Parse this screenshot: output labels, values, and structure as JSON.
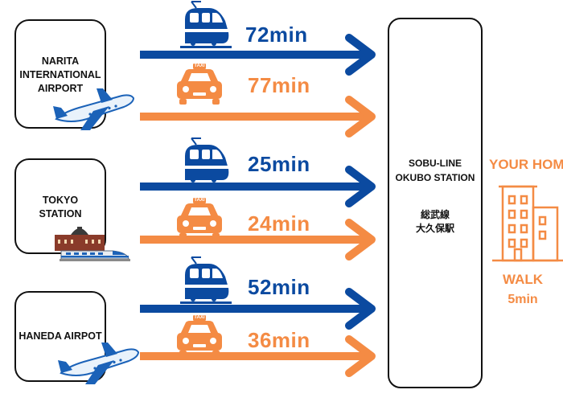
{
  "origins": [
    {
      "label": "NARITA\nINTERNATIONAL\nAIRPORT",
      "icon": "airplane-icon"
    },
    {
      "label": "TOKYO\nSTATION",
      "icon": "tokyo-station-train-icon"
    },
    {
      "label": "HANEDA AIRPOT",
      "icon": "airplane-icon"
    }
  ],
  "routes": [
    {
      "mode": "train",
      "icon": "train-icon",
      "time": "72min"
    },
    {
      "mode": "taxi",
      "icon": "taxi-icon",
      "time": "77min",
      "taxi_sign": "TAXI"
    },
    {
      "mode": "train",
      "icon": "train-icon",
      "time": "25min"
    },
    {
      "mode": "taxi",
      "icon": "taxi-icon",
      "time": "24min",
      "taxi_sign": "TAXI"
    },
    {
      "mode": "train",
      "icon": "train-icon",
      "time": "52min"
    },
    {
      "mode": "taxi",
      "icon": "taxi-icon",
      "time": "36min",
      "taxi_sign": "TAXI"
    }
  ],
  "station": {
    "name": "SOBU-LINE\nOKUBO STATION",
    "name_jp": "総武線\n大久保駅"
  },
  "home": {
    "title": "YOUR HOME",
    "walk_label": "WALK",
    "walk_time": "5min",
    "icon": "building-icon"
  },
  "colors": {
    "train": "#0b4aa0",
    "taxi": "#f48b44",
    "text": "#111111"
  },
  "taxi_sign_text": "TAXI"
}
